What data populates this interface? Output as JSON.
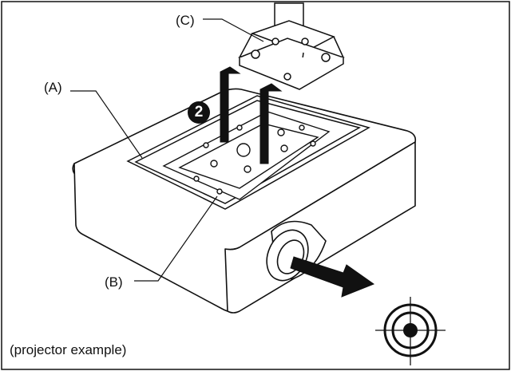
{
  "labels": {
    "a": "(A)",
    "b": "(B)",
    "c": "(C)",
    "step": "2",
    "caption": "(projector example)"
  },
  "icons": {
    "step_badge": "numbered-circle-icon",
    "direction_arrow": "arrow-right-down-icon",
    "lens_target": "crosshair-target-icon"
  },
  "colors": {
    "line": "#111111",
    "background": "#ffffff"
  }
}
